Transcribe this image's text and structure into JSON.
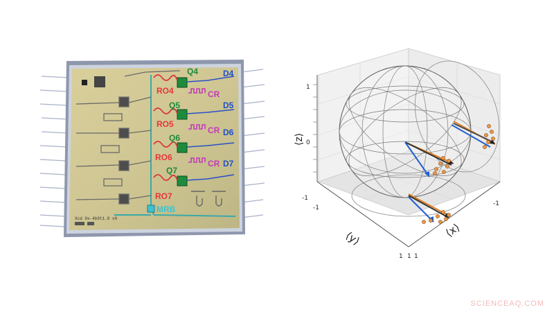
{
  "chip": {
    "qubits": [
      "Q4",
      "Q5",
      "Q6",
      "Q7"
    ],
    "readouts": [
      "RO4",
      "RO5",
      "RO6",
      "RO7"
    ],
    "drives": [
      "D4",
      "D5",
      "D6",
      "D7"
    ],
    "cr": "CR",
    "mrb": "MRB",
    "colors": {
      "readout": "#e8353a",
      "qubit": "#1e8a3c",
      "drive": "#1f4fc9",
      "cr": "#c43ab8",
      "mrb": "#3fc2cf"
    }
  },
  "sphere": {
    "z_label": "⟨z⟩",
    "y_label": "⟨y⟩",
    "x_label": "⟨x⟩",
    "z_ticks": [
      "1",
      "0",
      "-1"
    ],
    "y_ticks": [
      "-1",
      "1"
    ],
    "x_ticks": [
      "1",
      "-1"
    ],
    "bottom_left_tick": "1"
  },
  "watermark": "SCIENCEAQ.COM"
}
